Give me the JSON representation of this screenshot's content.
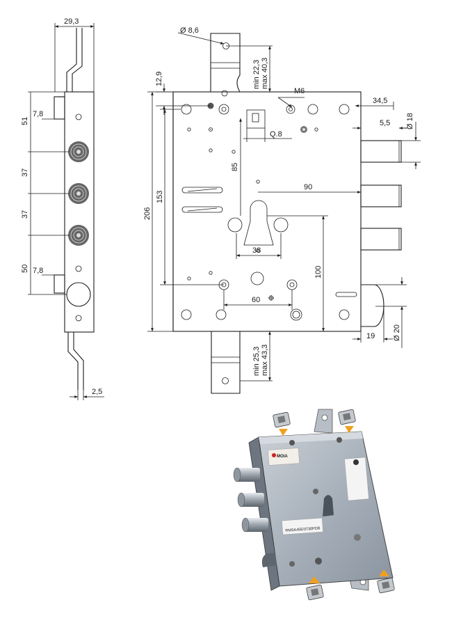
{
  "side_view": {
    "dim_width": "29,3",
    "dim_top_tab": "7,8",
    "dim_bottom_tab": "7,8",
    "dim_spacing_1": "51",
    "dim_spacing_2": "37",
    "dim_spacing_3": "37",
    "dim_spacing_4": "50",
    "dim_thickness": "2,5"
  },
  "front_view": {
    "dim_hole_diameter": "Ø 8,6",
    "dim_top_rod_min": "min 22,3",
    "dim_top_rod_max": "max 40,3",
    "dim_bottom_rod_min": "min 25,3",
    "dim_bottom_rod_max": "max 43,3",
    "dim_offset_top": "12,9",
    "dim_thread": "M6",
    "dim_backset": "34,5",
    "dim_bolt_diameter": "Ø 18",
    "dim_bolt_gap": "5,5",
    "dim_square": "Q.8",
    "dim_85": "85",
    "dim_90": "90",
    "dim_153": "153",
    "dim_206": "206",
    "dim_38": "38",
    "dim_100": "100",
    "dim_60": "60",
    "dim_latch_diameter": "Ø 20",
    "dim_latch_offset": "19"
  },
  "photo": {
    "brand": "MOIA",
    "product_code": "RMSA456/3730PDB"
  },
  "colors": {
    "line": "#1a1a1a",
    "arrow_accent": "#f0a020",
    "steel": "#9aa4b0"
  }
}
